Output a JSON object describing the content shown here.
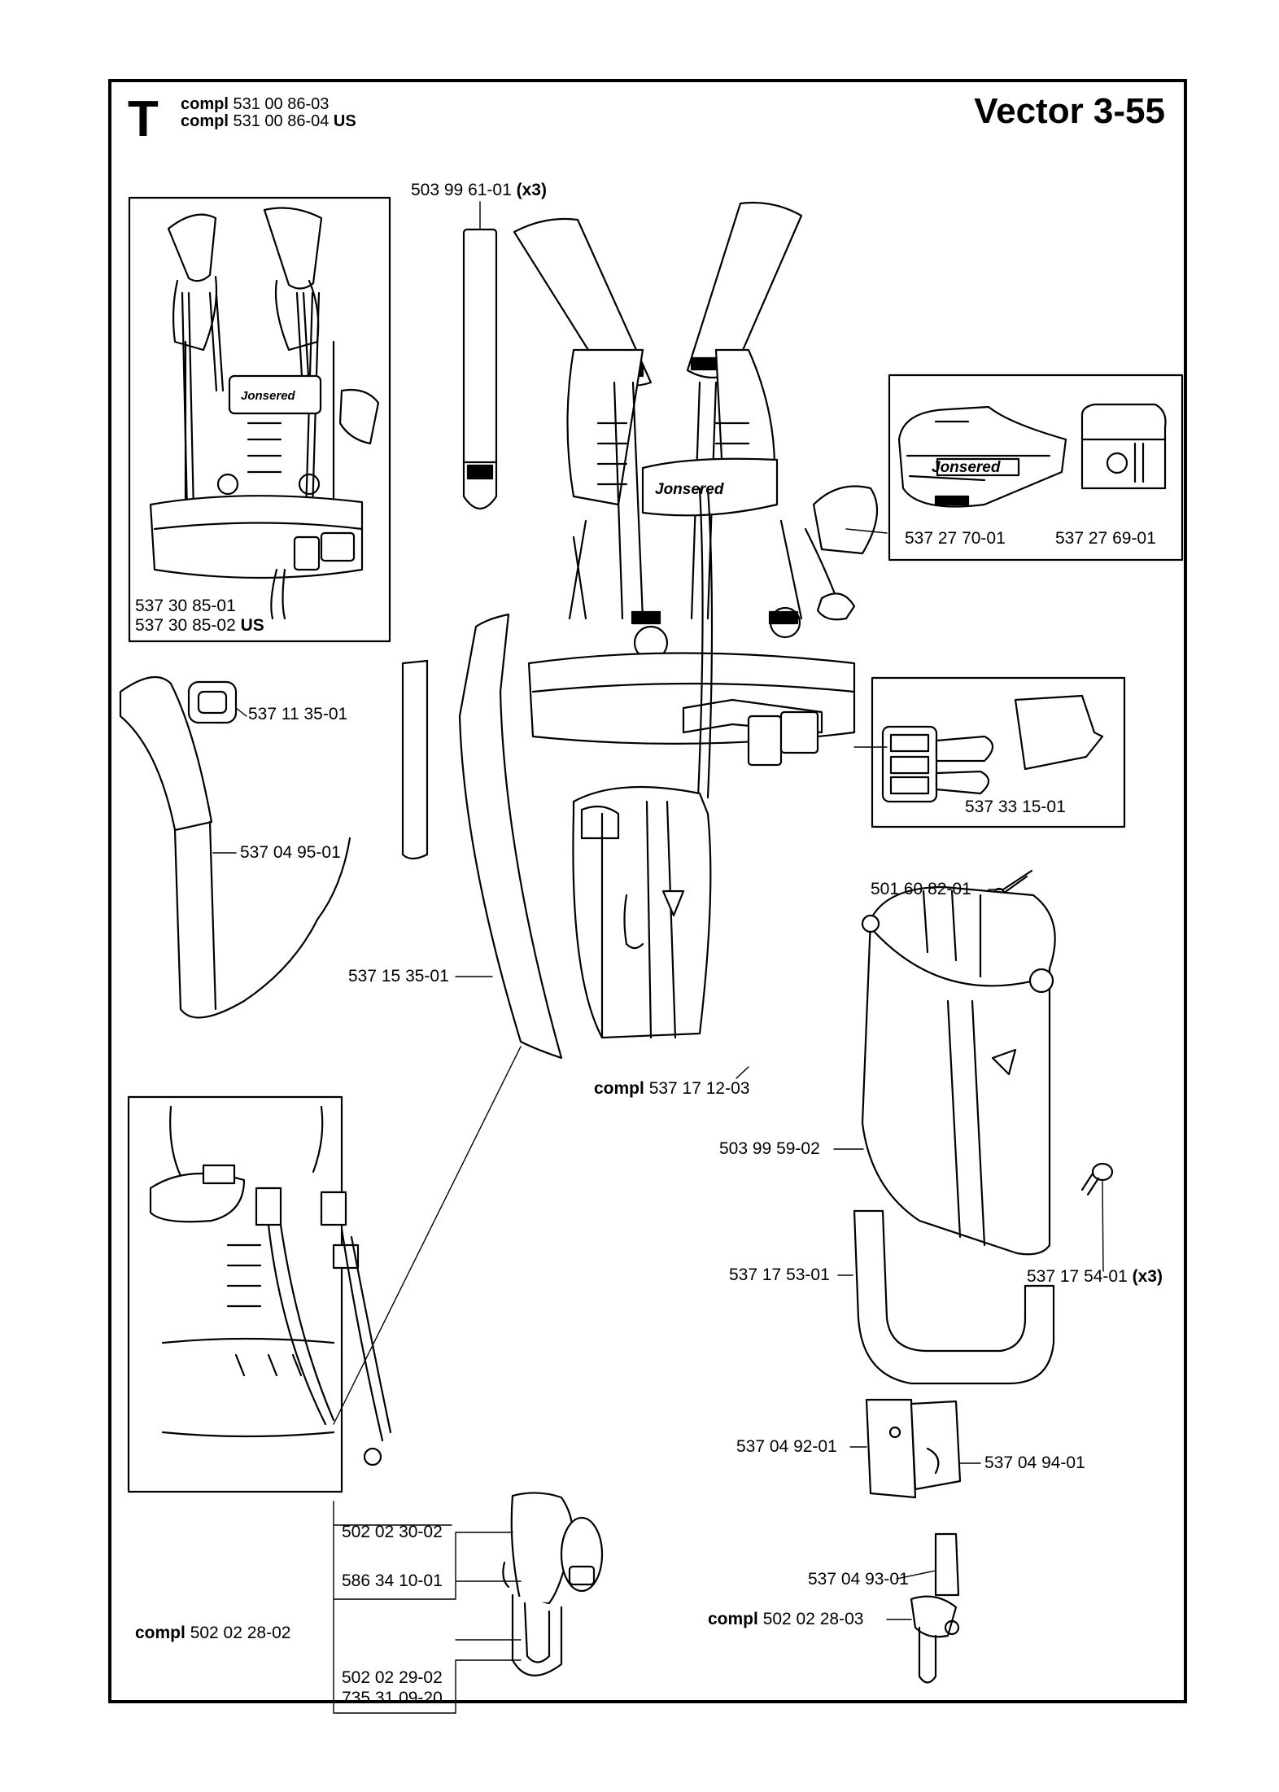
{
  "header": {
    "section_letter": "T",
    "sets": [
      {
        "prefix": "compl",
        "number": "531 00 86-03",
        "suffix": ""
      },
      {
        "prefix": "compl",
        "number": "531 00 86-04",
        "suffix": "US"
      }
    ],
    "model": "Vector 3-55"
  },
  "logo_text": "Jonsered",
  "parts": [
    {
      "prefix": "",
      "number": "503 99 61-01",
      "suffix": "(x3)"
    },
    {
      "prefix": "",
      "number": "537 30 85-01",
      "suffix": ""
    },
    {
      "prefix": "",
      "number": "537 30 85-02",
      "suffix": "US"
    },
    {
      "prefix": "",
      "number": "537 27 70-01",
      "suffix": ""
    },
    {
      "prefix": "",
      "number": "537 27 69-01",
      "suffix": ""
    },
    {
      "prefix": "",
      "number": "537 11 35-01",
      "suffix": ""
    },
    {
      "prefix": "",
      "number": "537 04 95-01",
      "suffix": ""
    },
    {
      "prefix": "",
      "number": "537 33 15-01",
      "suffix": ""
    },
    {
      "prefix": "",
      "number": "501 60 82-01",
      "suffix": ""
    },
    {
      "prefix": "",
      "number": "537 15 35-01",
      "suffix": ""
    },
    {
      "prefix": "compl",
      "number": "537 17 12-03",
      "suffix": ""
    },
    {
      "prefix": "",
      "number": "503 99 59-02",
      "suffix": ""
    },
    {
      "prefix": "",
      "number": "537 17 53-01",
      "suffix": ""
    },
    {
      "prefix": "",
      "number": "537 17 54-01",
      "suffix": "(x3)"
    },
    {
      "prefix": "",
      "number": "537 04 92-01",
      "suffix": ""
    },
    {
      "prefix": "",
      "number": "537 04 94-01",
      "suffix": ""
    },
    {
      "prefix": "",
      "number": "502 02 30-02",
      "suffix": ""
    },
    {
      "prefix": "",
      "number": "586 34 10-01",
      "suffix": ""
    },
    {
      "prefix": "compl",
      "number": "502 02 28-02",
      "suffix": ""
    },
    {
      "prefix": "",
      "number": "502 02 29-02",
      "suffix": ""
    },
    {
      "prefix": "",
      "number": "735 31 09-20",
      "suffix": ""
    },
    {
      "prefix": "",
      "number": "537 04 93-01",
      "suffix": ""
    },
    {
      "prefix": "compl",
      "number": "502 02 28-03",
      "suffix": ""
    }
  ]
}
